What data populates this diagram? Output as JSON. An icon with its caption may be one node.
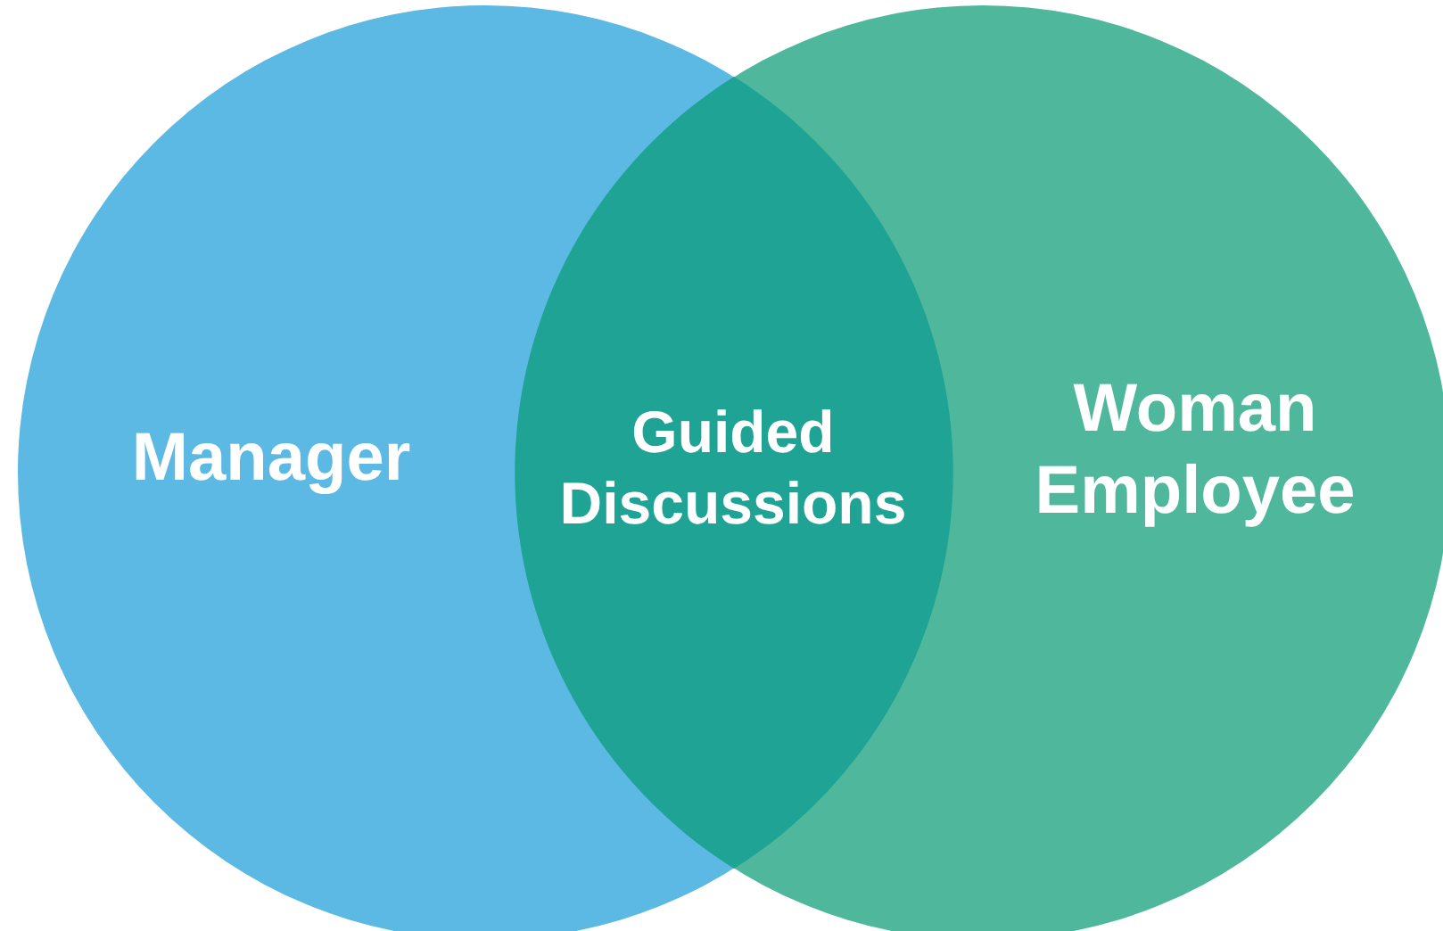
{
  "diagram": {
    "nodes": [
      {
        "text": [
          "Manager"
        ]
      },
      {
        "text": [
          "Guided Discussions"
        ]
      },
      {
        "text": [
          "Woman Employee"
        ]
      }
    ]
  }
}
